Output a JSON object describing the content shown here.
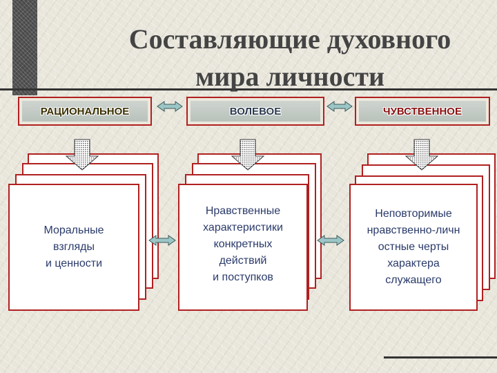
{
  "title": "Составляющие духовного мира личности",
  "categories": [
    {
      "header": "РАЦИОНАЛЬНОЕ",
      "content": "Моральные\nвзгляды\nи ценности"
    },
    {
      "header": "ВОЛЕВОЕ",
      "content": "Нравственные\nхарактеристики\nконкретных\nдействий\nи поступков"
    },
    {
      "header": "ЧУВСТВЕННОЕ",
      "content": "Неповторимые\nнравственно-личн\nостные черты\nхарактера\nслужащего"
    }
  ],
  "colors": {
    "border": "#b02020",
    "arrow": "#9cc6c6",
    "card_text": "#2a3a6a"
  }
}
